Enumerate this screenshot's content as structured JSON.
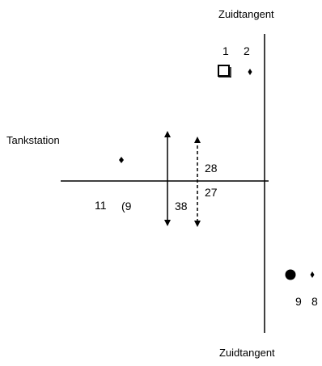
{
  "labels": {
    "road_top": "Zuidtangent",
    "road_bottom": "Zuidtangent",
    "left_place": "Tankstation"
  },
  "numbers": {
    "n1": "1",
    "n2": "2",
    "n28": "28",
    "n27": "27",
    "n11": "11",
    "n9_rot": "(9",
    "n38": "38",
    "n9": "9",
    "n8": "8"
  },
  "symbols": {
    "open_square": "square-outline-icon",
    "small_diamond": "diamond-icon",
    "filled_circle": "filled-circle-icon",
    "arrow_solid": "double-arrow-solid-icon",
    "arrow_dashed": "double-arrow-dashed-icon"
  },
  "colors": {
    "ink": "#000000",
    "background": "#ffffff"
  }
}
